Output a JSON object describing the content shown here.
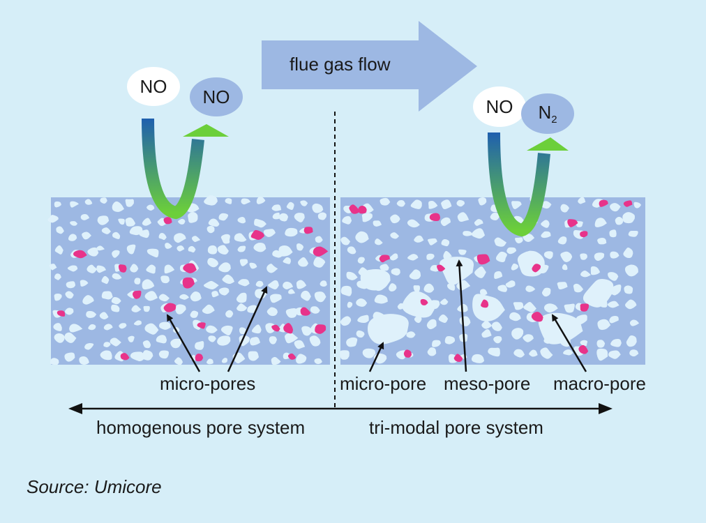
{
  "flow_label": "flue gas flow",
  "left": {
    "reactant": "NO",
    "product": "NO",
    "pore_label": "micro-pores",
    "system_label": "homogenous pore system"
  },
  "right": {
    "reactant": "NO",
    "product_base": "N",
    "product_sub": "2",
    "labels": {
      "micro": "micro-pore",
      "meso": "meso-pore",
      "macro": "macro-pore"
    },
    "system_label": "tri-modal pore system"
  },
  "source": "Source: Umicore",
  "colors": {
    "background": "#d6eef8",
    "particle": "#9db8e3",
    "active_site": "#e8338a",
    "pore_space": "#dff1fb",
    "arrow_flow": "#9db8e3",
    "reactant_bubble": "#ffffff",
    "product_bubble": "#9db8e3",
    "in_arrow_top": "#1f5fae",
    "in_arrow_bottom": "#6ccf3a",
    "out_arrow_top": "#6ccf3a",
    "out_arrow_bottom": "#2b6db8"
  }
}
